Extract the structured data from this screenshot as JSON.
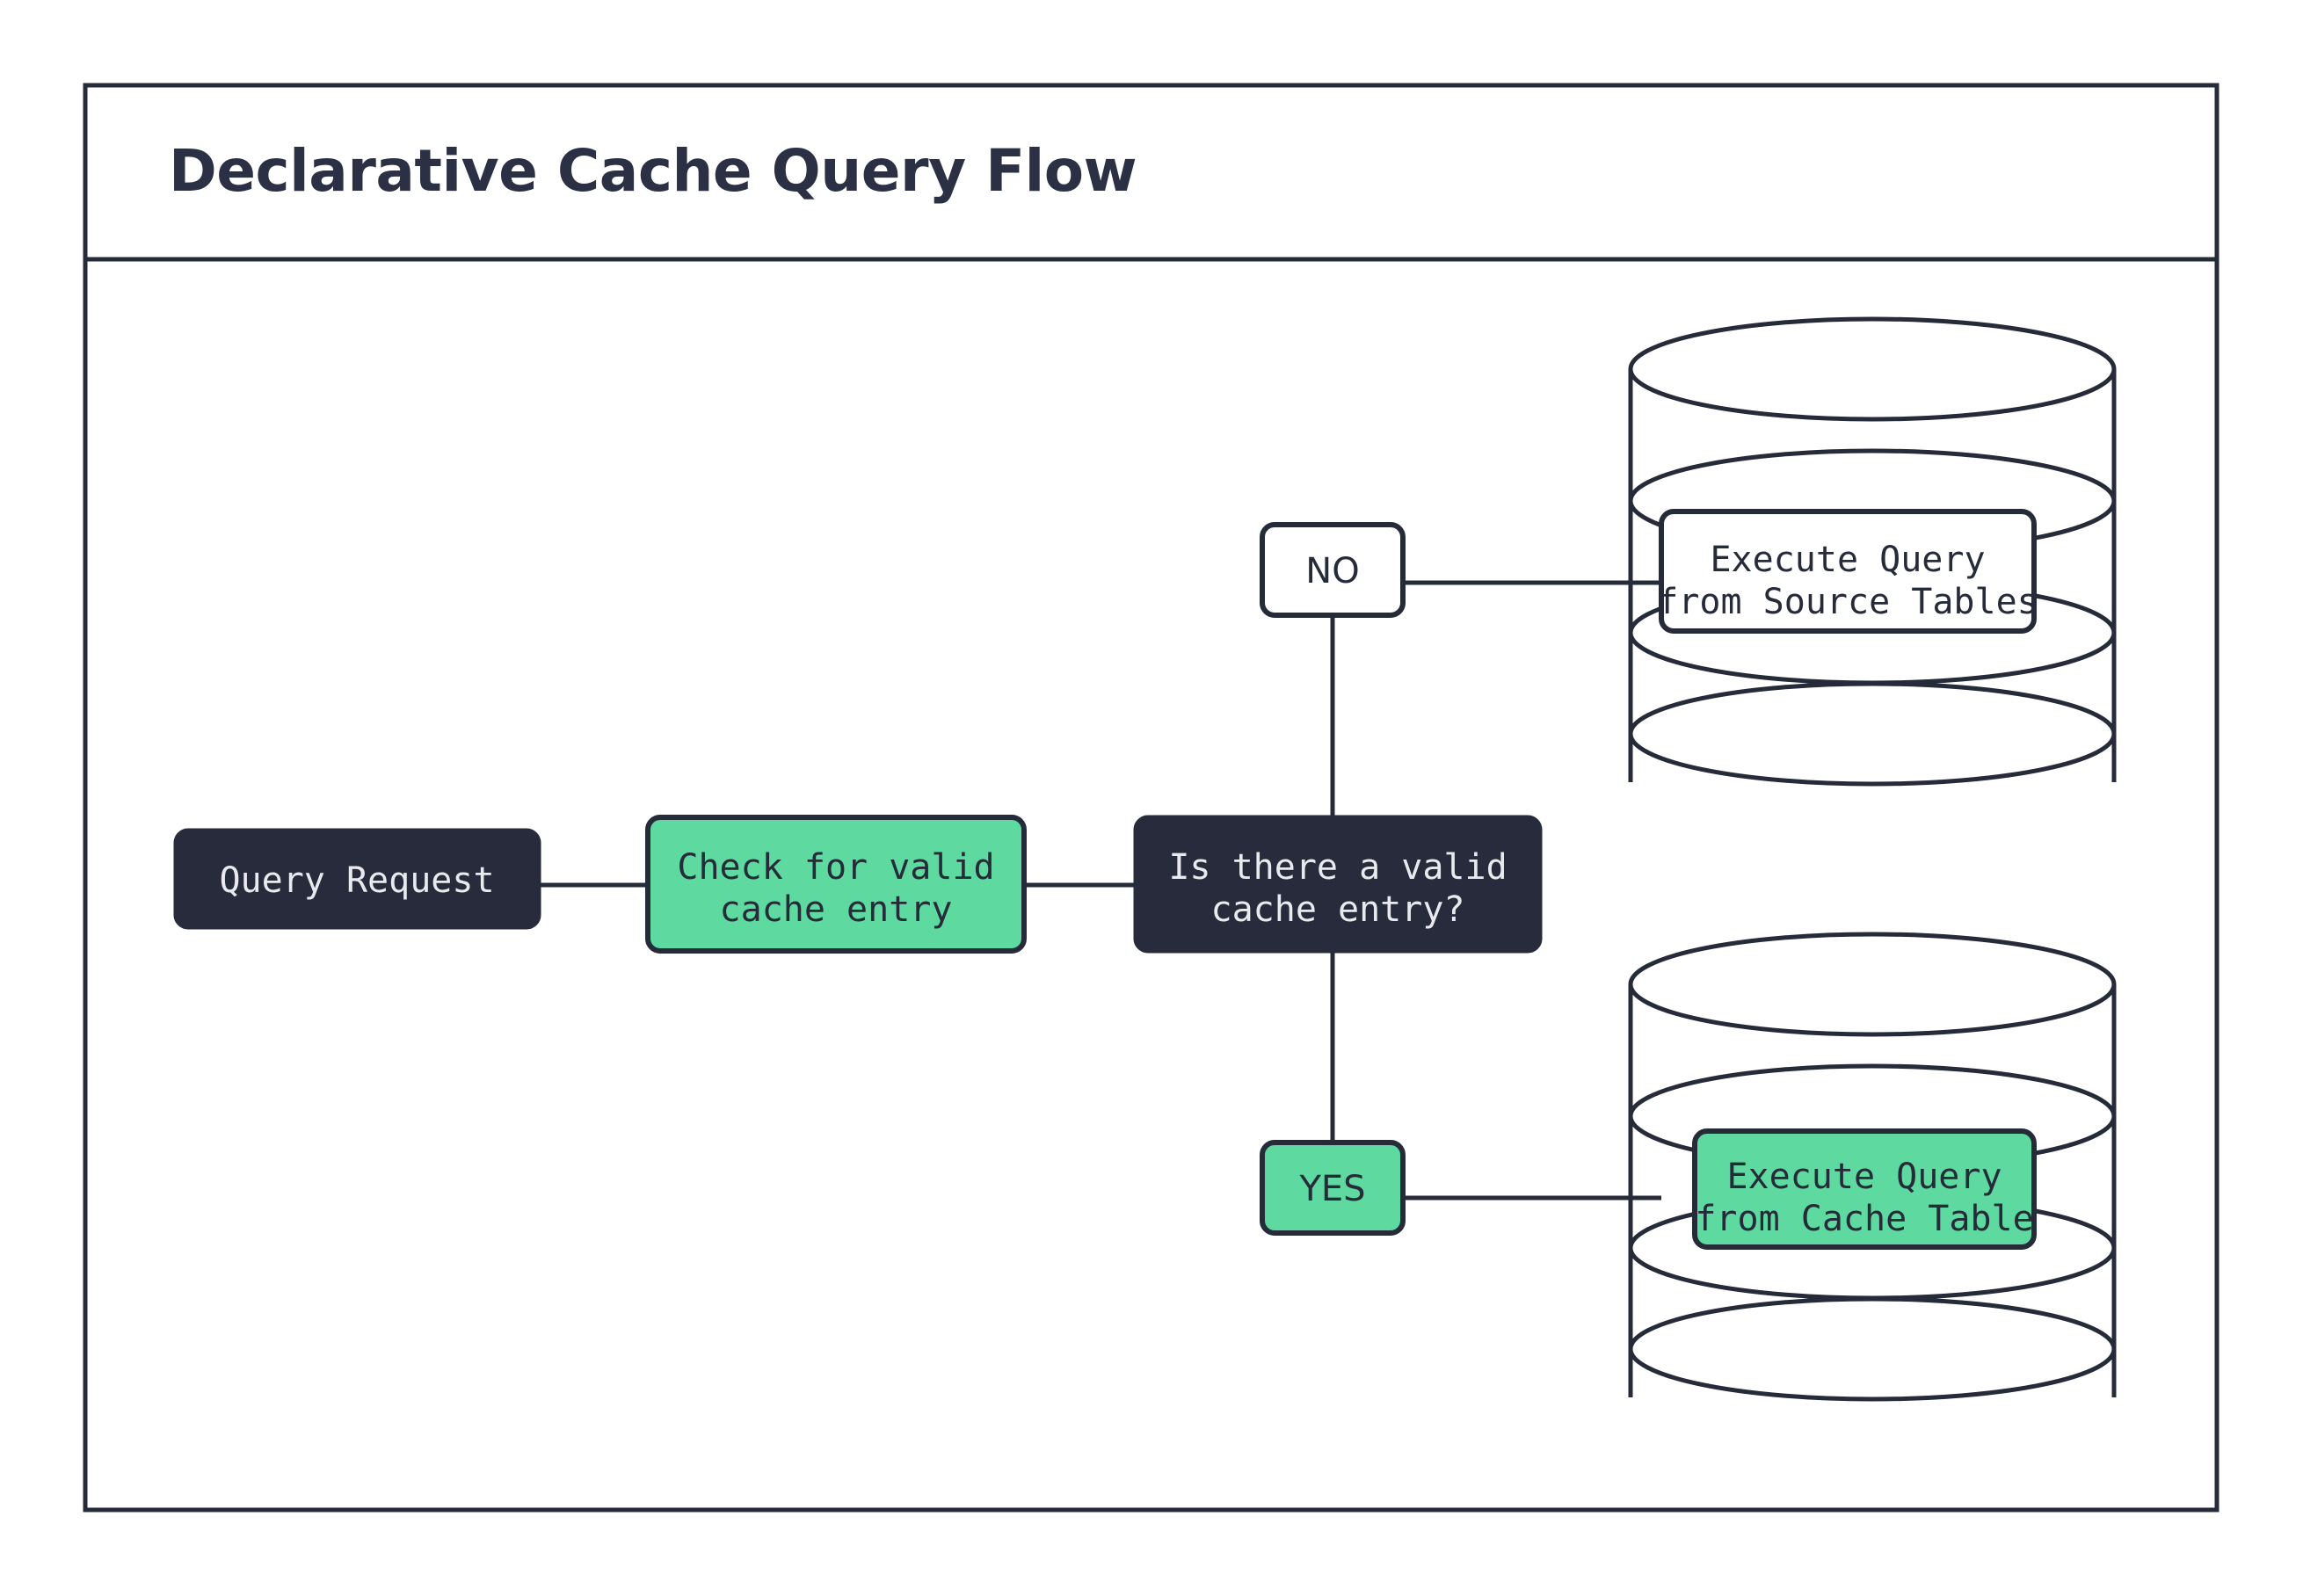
{
  "diagram": {
    "title": "Declarative Cache Query Flow",
    "type": "flowchart",
    "theme": {
      "background": "#ffffff",
      "frame_stroke": "#262b3a",
      "dark_fill": "#272b3b",
      "green_fill": "#5ed99f",
      "white_fill": "#ffffff",
      "light_text": "#e9eaee",
      "dark_text": "#262b3a"
    },
    "nodes": [
      {
        "id": "query-request",
        "label": "Query Request",
        "shape": "rounded-rect",
        "style": "dark"
      },
      {
        "id": "check-cache",
        "label_line1": "Check for valid",
        "label_line2": "cache entry",
        "shape": "rounded-rect",
        "style": "green"
      },
      {
        "id": "decision-valid-cache",
        "label_line1": "Is there a valid",
        "label_line2": "cache entry?",
        "shape": "rounded-rect",
        "style": "dark"
      },
      {
        "id": "edge-label-no",
        "label": "NO",
        "shape": "rounded-rect",
        "style": "white"
      },
      {
        "id": "edge-label-yes",
        "label": "YES",
        "shape": "rounded-rect",
        "style": "green"
      },
      {
        "id": "source-tables-db",
        "label_line1": "Execute Query",
        "label_line2": "from Source Tables",
        "shape": "database-cylinder",
        "style": "white"
      },
      {
        "id": "cache-table-db",
        "label_line1": "Execute Query",
        "label_line2": "from Cache Table",
        "shape": "database-cylinder",
        "style": "green"
      }
    ],
    "edges": [
      {
        "from": "query-request",
        "to": "check-cache",
        "label": ""
      },
      {
        "from": "check-cache",
        "to": "decision-valid-cache",
        "label": ""
      },
      {
        "from": "decision-valid-cache",
        "to": "source-tables-db",
        "label": "NO"
      },
      {
        "from": "decision-valid-cache",
        "to": "cache-table-db",
        "label": "YES"
      }
    ]
  }
}
